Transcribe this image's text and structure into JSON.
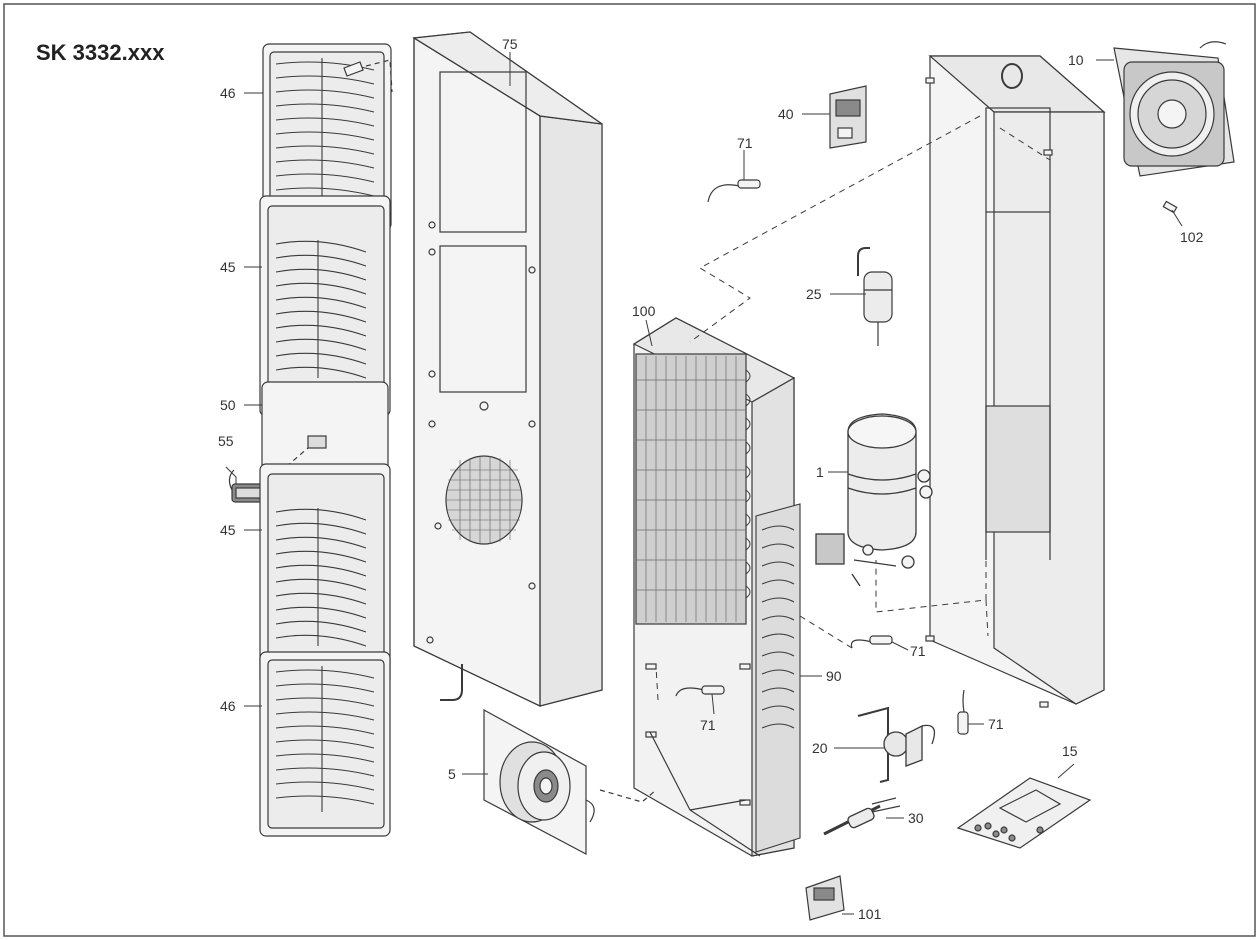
{
  "diagram": {
    "title": "SK 3332.xxx",
    "colors": {
      "line": "#3a3a3a",
      "fill": "#f4f4f4",
      "shade": "#dcdcdc",
      "dark": "#8a8a8a",
      "text": "#333333",
      "border": "#555555"
    },
    "callouts": [
      {
        "id": "c46a",
        "text": "46"
      },
      {
        "id": "c45a",
        "text": "45"
      },
      {
        "id": "c50",
        "text": "50"
      },
      {
        "id": "c55",
        "text": "55"
      },
      {
        "id": "c45b",
        "text": "45"
      },
      {
        "id": "c46b",
        "text": "46"
      },
      {
        "id": "c75",
        "text": "75"
      },
      {
        "id": "c100",
        "text": "100"
      },
      {
        "id": "c5",
        "text": "5"
      },
      {
        "id": "c71a",
        "text": "71"
      },
      {
        "id": "c71b",
        "text": "71"
      },
      {
        "id": "c71c",
        "text": "71"
      },
      {
        "id": "c71d",
        "text": "71"
      },
      {
        "id": "c40",
        "text": "40"
      },
      {
        "id": "c25",
        "text": "25"
      },
      {
        "id": "c1",
        "text": "1"
      },
      {
        "id": "c90",
        "text": "90"
      },
      {
        "id": "c20",
        "text": "20"
      },
      {
        "id": "c30",
        "text": "30"
      },
      {
        "id": "c15",
        "text": "15"
      },
      {
        "id": "c101",
        "text": "101"
      },
      {
        "id": "c10",
        "text": "10"
      },
      {
        "id": "c102",
        "text": "102"
      }
    ]
  }
}
